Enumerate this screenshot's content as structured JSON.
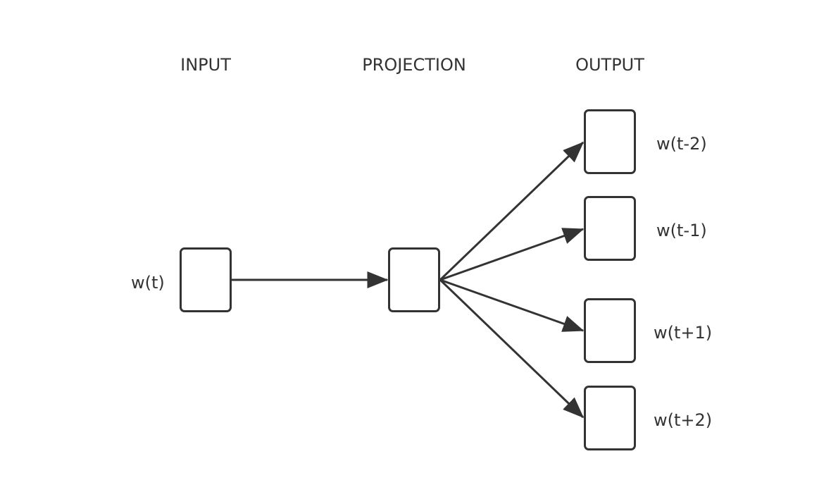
{
  "headers": {
    "input": "INPUT",
    "projection": "PROJECTION",
    "output": "OUTPUT"
  },
  "nodes": {
    "input": "w(t)",
    "outputs": [
      "w(t-2)",
      "w(t-1)",
      "w(t+1)",
      "w(t+2)"
    ]
  },
  "colors": {
    "stroke": "#333333",
    "background": "#ffffff"
  }
}
